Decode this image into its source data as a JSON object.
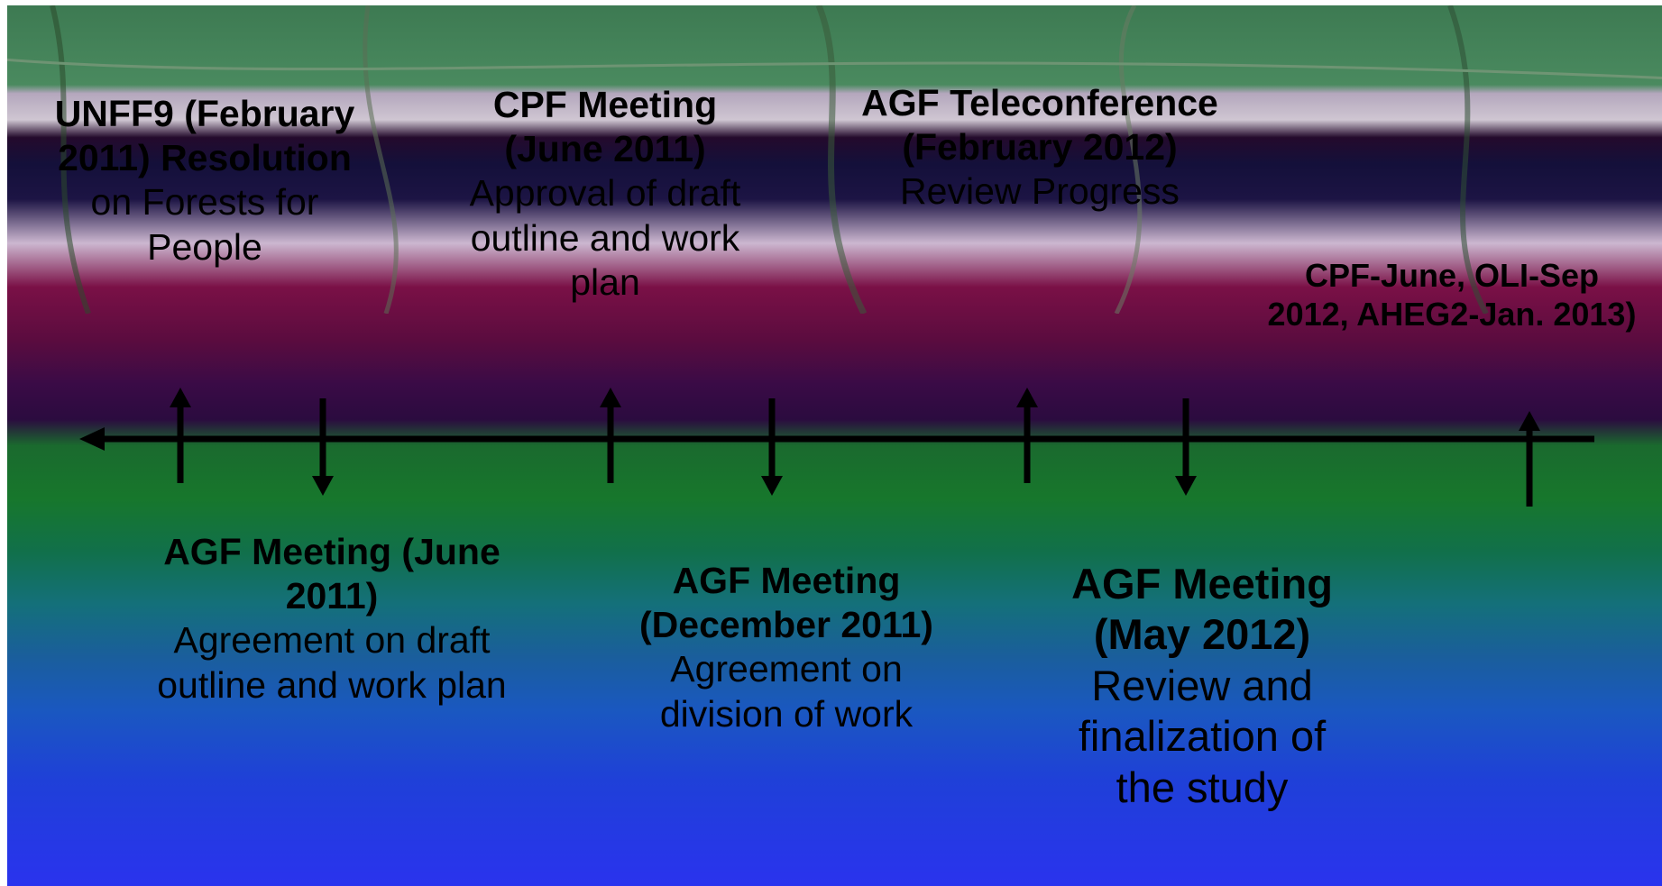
{
  "events_above": [
    {
      "title": "UNFF9 (February 2011) Resolution",
      "desc": "on Forests for People"
    },
    {
      "title": "CPF Meeting (June 2011)",
      "desc": "Approval of draft outline and work plan"
    },
    {
      "title": "AGF Teleconference (February 2012)",
      "desc": "Review Progress"
    },
    {
      "title": "CPF-June, OLI-Sep 2012, AHEG2-Jan. 2013)",
      "desc": ""
    }
  ],
  "events_below": [
    {
      "title": "AGF Meeting (June 2011)",
      "desc": "Agreement on draft outline and work plan"
    },
    {
      "title": "AGF Meeting (December 2011)",
      "desc": "Agreement on division of work"
    },
    {
      "title": "AGF Meeting (May 2012)",
      "desc": "Review and finalization of the study"
    }
  ],
  "colors": {
    "arrow": "#000000",
    "text": "#000000"
  }
}
